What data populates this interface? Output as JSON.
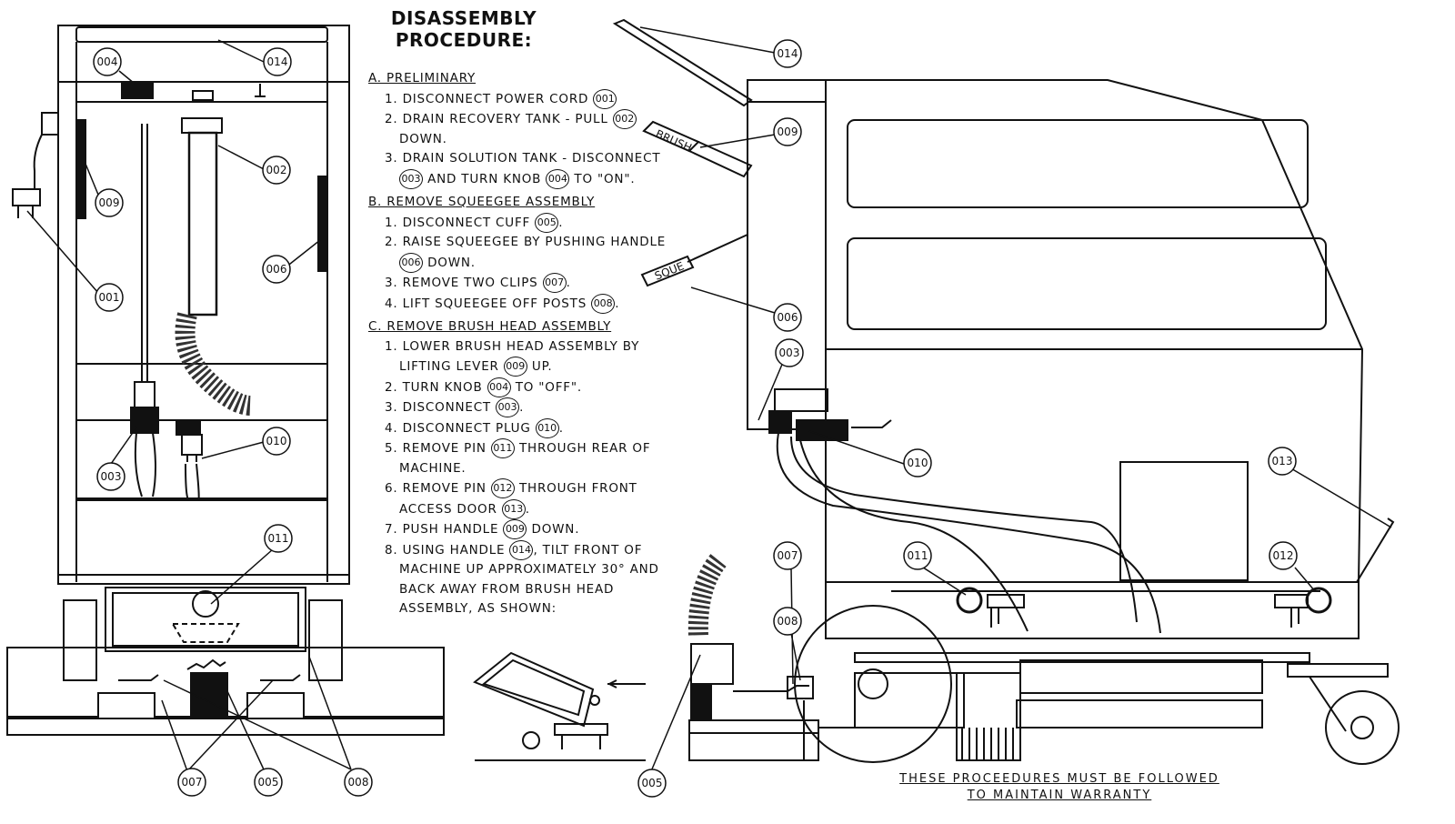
{
  "title_lines": [
    "DISASSEMBLY",
    "PROCEDURE:"
  ],
  "sections": [
    {
      "heading": "A. PRELIMINARY",
      "steps": [
        {
          "parts": [
            "1. DISCONNECT POWER CORD ",
            "001"
          ]
        },
        {
          "parts": [
            "2. DRAIN RECOVERY TANK - PULL ",
            "002",
            " DOWN."
          ]
        },
        {
          "parts": [
            "3. DRAIN SOLUTION TANK - DISCONNECT ",
            "003",
            " AND TURN KNOB ",
            "004",
            " TO \"ON\"."
          ]
        }
      ]
    },
    {
      "heading": "B. REMOVE SQUEEGEE ASSEMBLY",
      "steps": [
        {
          "parts": [
            "1. DISCONNECT CUFF ",
            "005",
            "."
          ]
        },
        {
          "parts": [
            "2. RAISE SQUEEGEE BY PUSHING HANDLE ",
            "006",
            " DOWN."
          ]
        },
        {
          "parts": [
            "3. REMOVE TWO CLIPS ",
            "007",
            "."
          ]
        },
        {
          "parts": [
            "4. LIFT SQUEEGEE OFF POSTS ",
            "008",
            "."
          ]
        }
      ]
    },
    {
      "heading": "C. REMOVE BRUSH HEAD ASSEMBLY",
      "steps": [
        {
          "parts": [
            "1. LOWER BRUSH HEAD ASSEMBLY BY LIFTING LEVER ",
            "009",
            " UP."
          ]
        },
        {
          "parts": [
            "2. TURN KNOB ",
            "004",
            " TO \"OFF\"."
          ]
        },
        {
          "parts": [
            "3. DISCONNECT ",
            "003",
            "."
          ]
        },
        {
          "parts": [
            "4. DISCONNECT PLUG ",
            "010",
            "."
          ]
        },
        {
          "parts": [
            "5. REMOVE PIN ",
            "011",
            " THROUGH REAR OF MACHINE."
          ]
        },
        {
          "parts": [
            "6. REMOVE PIN ",
            "012",
            " THROUGH FRONT ACCESS DOOR ",
            "013",
            "."
          ]
        },
        {
          "parts": [
            "7. PUSH HANDLE ",
            "009",
            " DOWN."
          ]
        },
        {
          "parts": [
            "8. USING HANDLE ",
            "014",
            ", TILT FRONT OF MACHINE UP APPROXIMATELY 30° AND BACK AWAY FROM BRUSH HEAD ASSEMBLY, AS SHOWN:"
          ]
        }
      ]
    }
  ],
  "callouts": [
    "004",
    "014",
    "009",
    "002",
    "006",
    "001",
    "003",
    "010",
    "011",
    "007",
    "005",
    "008",
    "014",
    "009",
    "006",
    "003",
    "010",
    "013",
    "007",
    "011",
    "012",
    "008",
    "005"
  ],
  "handle_labels": [
    "BRUSH",
    "SQUE"
  ],
  "footer_lines": [
    "THESE PROCEEDURES MUST BE FOLLOWED",
    "TO MAINTAIN WARRANTY"
  ]
}
